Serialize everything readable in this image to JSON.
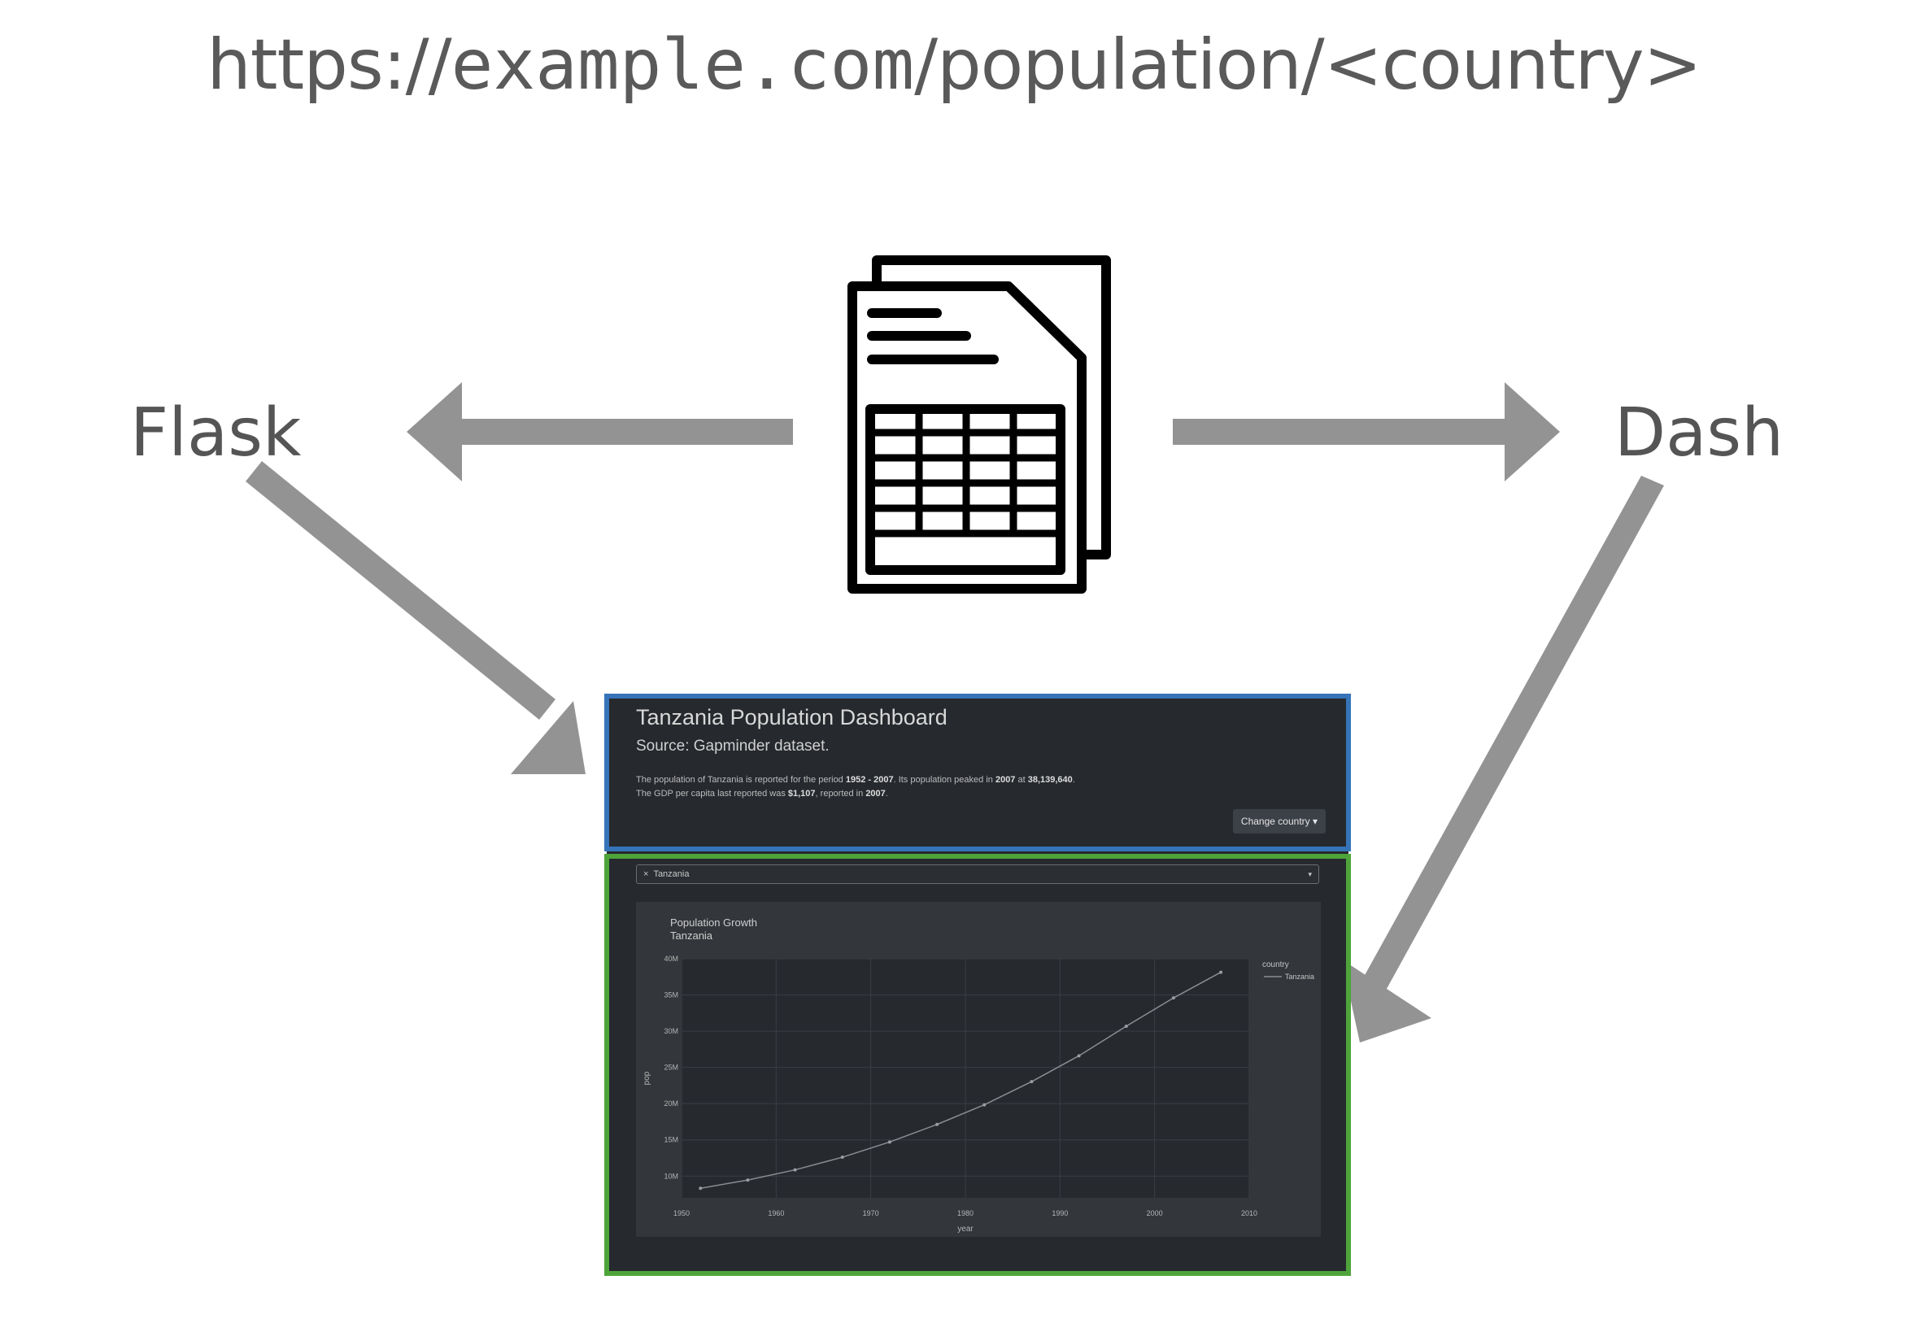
{
  "url": {
    "prefix": "https://",
    "domain": "example.com",
    "path": "/population/<country>"
  },
  "labels": {
    "flask": "Flask",
    "dash": "Dash"
  },
  "icons": {
    "source": "spreadsheet-document-icon"
  },
  "colors": {
    "arrow": "#939393",
    "header_box": "#3574b8",
    "body_box": "#4ea43a",
    "dashboard_bg": "#26292e"
  },
  "dashboard": {
    "title": "Tanzania Population Dashboard",
    "subtitle": "Source: Gapminder dataset.",
    "line1": {
      "t1": "The population of Tanzania is reported for the period ",
      "period": "1952 - 2007",
      "t2": ". Its population peaked in ",
      "peak_year": "2007",
      "t3": " at ",
      "peak_value": "38,139,640",
      "t4": "."
    },
    "line2": {
      "t1": "The GDP per capita last reported was ",
      "gdp": "$1,107",
      "t2": ", reported in ",
      "year": "2007",
      "t3": "."
    },
    "change_button": "Change country ▾",
    "dropdown": {
      "clear": "×",
      "value": "Tanzania",
      "caret": "▾"
    }
  },
  "chart_data": {
    "type": "line",
    "title": "Population Growth",
    "subtitle": "Tanzania",
    "xlabel": "year",
    "ylabel": "pop",
    "xlim": [
      1950,
      2010
    ],
    "ylim": [
      7000000,
      40000000
    ],
    "x_ticks": [
      "1950",
      "1960",
      "1970",
      "1980",
      "1990",
      "2000",
      "2010"
    ],
    "y_ticks": [
      "10M",
      "15M",
      "20M",
      "25M",
      "30M",
      "35M",
      "40M"
    ],
    "legend_title": "country",
    "legend_position": "top-right",
    "series": [
      {
        "name": "Tanzania",
        "x": [
          1952,
          1957,
          1962,
          1967,
          1972,
          1977,
          1982,
          1987,
          1992,
          1997,
          2002,
          2007
        ],
        "y": [
          8322925,
          9452826,
          10863958,
          12607312,
          14706593,
          17129565,
          19844382,
          23040630,
          26605473,
          30686889,
          34593779,
          38139640
        ]
      }
    ]
  }
}
